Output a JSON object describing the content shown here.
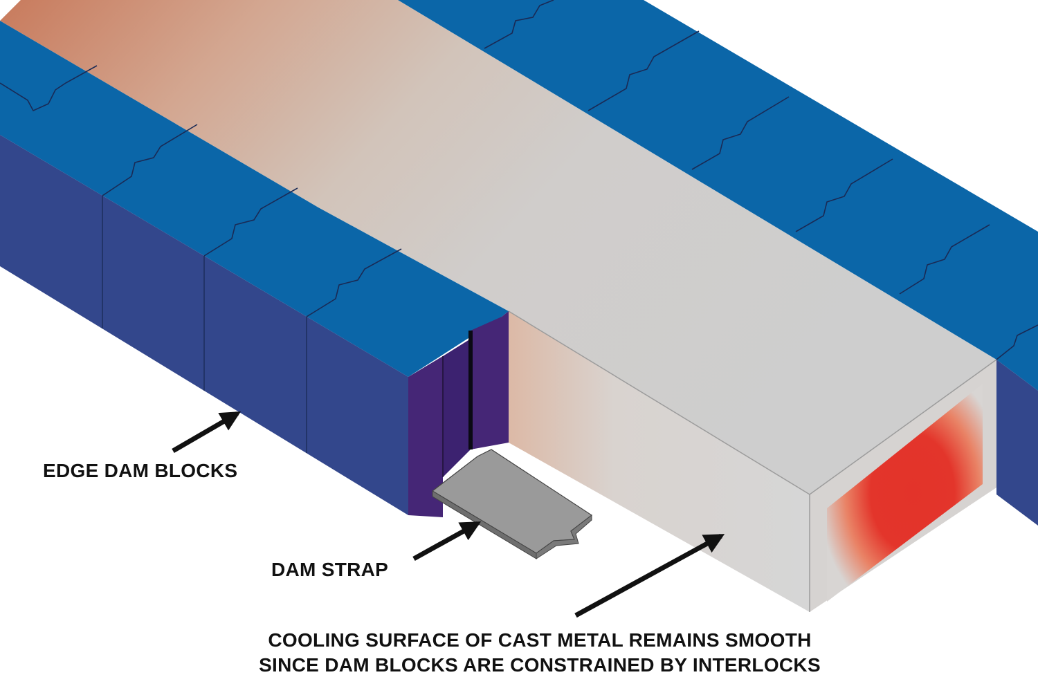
{
  "colors": {
    "block_top": "#0b66a8",
    "block_side": "#33478c",
    "block_dark_side": "#452676",
    "block_edge": "#1a2a55",
    "metal_hot": "#c5846a",
    "metal_cool": "#cfcfcf",
    "metal_front": "#d4d4d4",
    "core_hot": "#e3332a",
    "strap_top": "#9a9a9a",
    "strap_side": "#6e6e6e",
    "arrow": "#111111"
  },
  "labels": {
    "edge_dam_blocks": "EDGE DAM BLOCKS",
    "dam_strap": "DAM STRAP",
    "cooling_line1": "COOLING SURFACE OF CAST METAL REMAINS SMOOTH",
    "cooling_line2": "SINCE DAM BLOCKS ARE CONSTRAINED BY INTERLOCKS"
  }
}
